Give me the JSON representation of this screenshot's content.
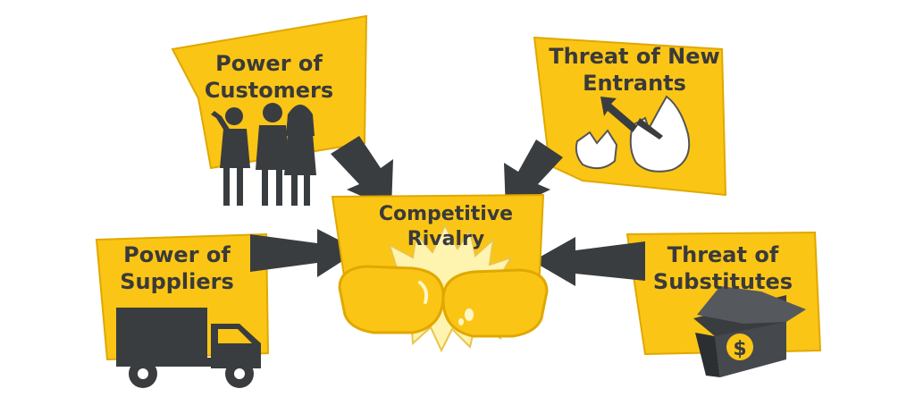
{
  "forces": {
    "customers": {
      "line1": "Power of",
      "line2": "Customers"
    },
    "new_entrants": {
      "line1": "Threat of New",
      "line2": "Entrants"
    },
    "rivalry": {
      "line1": "Competitive",
      "line2": "Rivalry"
    },
    "suppliers": {
      "line1": "Power of",
      "line2": "Suppliers"
    },
    "substitutes": {
      "line1": "Threat of",
      "line2": "Substitutes"
    }
  },
  "icons": {
    "customers": "people-icon",
    "new_entrants": "cracked-egg-icon",
    "rivalry": "boxing-gloves-icon",
    "suppliers": "delivery-truck-icon",
    "substitutes": "money-box-icon",
    "money_symbol": "$"
  },
  "colors": {
    "panel": "#FBC515",
    "panel_outline": "#E0A800",
    "dark": "#3a3d40",
    "text": "#3a3a3a",
    "burst": "#FFF3B0"
  }
}
